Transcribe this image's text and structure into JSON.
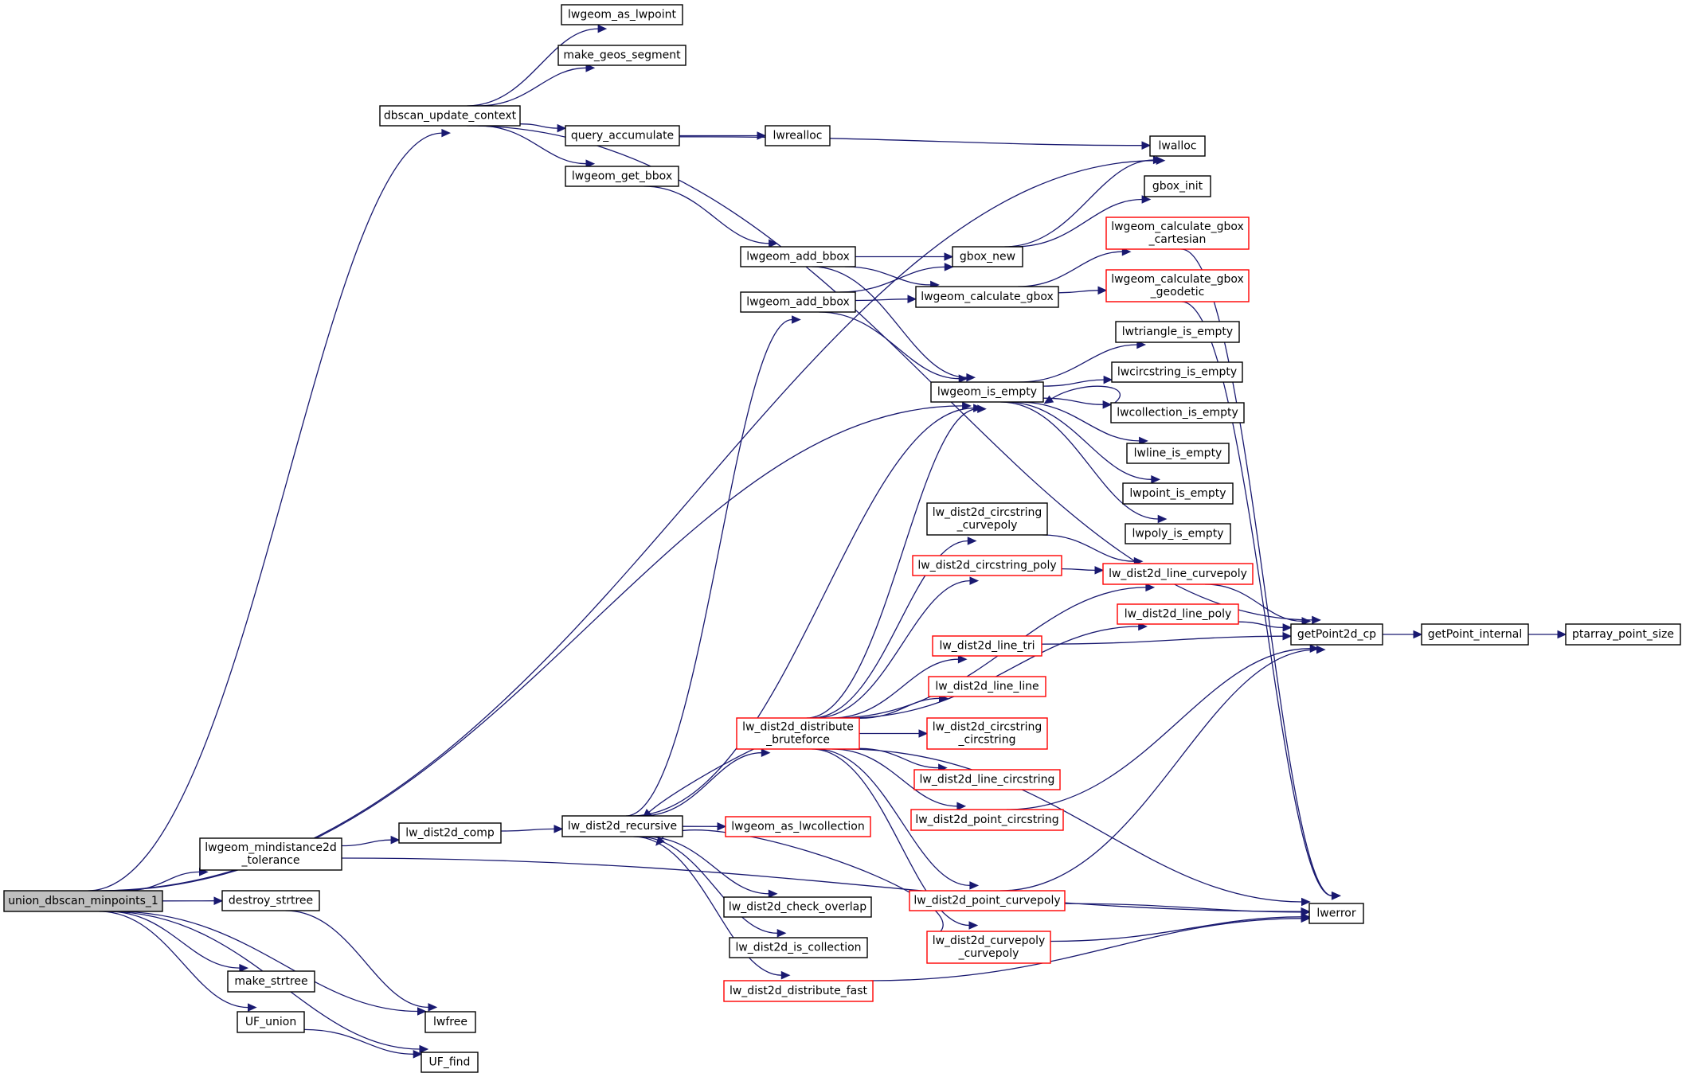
{
  "title": "Call graph for union_dbscan_minpoints_1",
  "colors": {
    "edge": "#191970",
    "normal_border": "#000000",
    "incomplete_border": "#ff0000",
    "root_fill": "#bfbfbf"
  },
  "nodes": [
    {
      "id": "union_dbscan_minpoints_1",
      "lines": [
        "union_dbscan_minpoints_1"
      ],
      "style": "root"
    },
    {
      "id": "dbscan_update_context",
      "lines": [
        "dbscan_update_context"
      ],
      "style": "normal"
    },
    {
      "id": "lwgeom_as_lwpoint",
      "lines": [
        "lwgeom_as_lwpoint"
      ],
      "style": "normal"
    },
    {
      "id": "make_geos_segment",
      "lines": [
        "make_geos_segment"
      ],
      "style": "normal"
    },
    {
      "id": "query_accumulate",
      "lines": [
        "query_accumulate"
      ],
      "style": "normal"
    },
    {
      "id": "lwrealloc",
      "lines": [
        "lwrealloc"
      ],
      "style": "normal"
    },
    {
      "id": "lwalloc",
      "lines": [
        "lwalloc"
      ],
      "style": "normal"
    },
    {
      "id": "lwgeom_get_bbox",
      "lines": [
        "lwgeom_get_bbox"
      ],
      "style": "normal"
    },
    {
      "id": "gbox_init",
      "lines": [
        "gbox_init"
      ],
      "style": "normal"
    },
    {
      "id": "lwgeom_calculate_gbox_cartesian",
      "lines": [
        "lwgeom_calculate_gbox",
        "_cartesian"
      ],
      "style": "red"
    },
    {
      "id": "lwgeom_add_bbox_1",
      "lines": [
        "lwgeom_add_bbox"
      ],
      "style": "normal"
    },
    {
      "id": "gbox_new",
      "lines": [
        "gbox_new"
      ],
      "style": "normal"
    },
    {
      "id": "lwgeom_add_bbox_2",
      "lines": [
        "lwgeom_add_bbox"
      ],
      "style": "normal"
    },
    {
      "id": "lwgeom_calculate_gbox",
      "lines": [
        "lwgeom_calculate_gbox"
      ],
      "style": "normal"
    },
    {
      "id": "lwgeom_calculate_gbox_geodetic",
      "lines": [
        "lwgeom_calculate_gbox",
        "_geodetic"
      ],
      "style": "red"
    },
    {
      "id": "lwtriangle_is_empty",
      "lines": [
        "lwtriangle_is_empty"
      ],
      "style": "normal"
    },
    {
      "id": "lwcircstring_is_empty",
      "lines": [
        "lwcircstring_is_empty"
      ],
      "style": "normal"
    },
    {
      "id": "lwgeom_is_empty",
      "lines": [
        "lwgeom_is_empty"
      ],
      "style": "normal"
    },
    {
      "id": "lwcollection_is_empty",
      "lines": [
        "lwcollection_is_empty"
      ],
      "style": "normal"
    },
    {
      "id": "lwline_is_empty",
      "lines": [
        "lwline_is_empty"
      ],
      "style": "normal"
    },
    {
      "id": "lwpoint_is_empty",
      "lines": [
        "lwpoint_is_empty"
      ],
      "style": "normal"
    },
    {
      "id": "lwpoly_is_empty",
      "lines": [
        "lwpoly_is_empty"
      ],
      "style": "normal"
    },
    {
      "id": "lw_dist2d_circstring_curvepoly",
      "lines": [
        "lw_dist2d_circstring",
        "_curvepoly"
      ],
      "style": "normal"
    },
    {
      "id": "lw_dist2d_circstring_poly",
      "lines": [
        "lw_dist2d_circstring_poly"
      ],
      "style": "red"
    },
    {
      "id": "lw_dist2d_line_curvepoly",
      "lines": [
        "lw_dist2d_line_curvepoly"
      ],
      "style": "red"
    },
    {
      "id": "lw_dist2d_line_poly",
      "lines": [
        "lw_dist2d_line_poly"
      ],
      "style": "red"
    },
    {
      "id": "lw_dist2d_line_tri",
      "lines": [
        "lw_dist2d_line_tri"
      ],
      "style": "red"
    },
    {
      "id": "getPoint2d_cp",
      "lines": [
        "getPoint2d_cp"
      ],
      "style": "normal"
    },
    {
      "id": "getPoint_internal",
      "lines": [
        "getPoint_internal"
      ],
      "style": "normal"
    },
    {
      "id": "ptarray_point_size",
      "lines": [
        "ptarray_point_size"
      ],
      "style": "normal"
    },
    {
      "id": "lw_dist2d_line_line",
      "lines": [
        "lw_dist2d_line_line"
      ],
      "style": "red"
    },
    {
      "id": "lw_dist2d_distribute_bruteforce",
      "lines": [
        "lw_dist2d_distribute",
        "_bruteforce"
      ],
      "style": "red"
    },
    {
      "id": "lw_dist2d_circstring_circstring",
      "lines": [
        "lw_dist2d_circstring",
        "_circstring"
      ],
      "style": "red"
    },
    {
      "id": "lw_dist2d_line_circstring",
      "lines": [
        "lw_dist2d_line_circstring"
      ],
      "style": "red"
    },
    {
      "id": "lw_dist2d_point_circstring",
      "lines": [
        "lw_dist2d_point_circstring"
      ],
      "style": "red"
    },
    {
      "id": "lwgeom_mindistance2d_tolerance",
      "lines": [
        "lwgeom_mindistance2d",
        "_tolerance"
      ],
      "style": "normal"
    },
    {
      "id": "lw_dist2d_comp",
      "lines": [
        "lw_dist2d_comp"
      ],
      "style": "normal"
    },
    {
      "id": "lw_dist2d_recursive",
      "lines": [
        "lw_dist2d_recursive"
      ],
      "style": "normal"
    },
    {
      "id": "lwgeom_as_lwcollection",
      "lines": [
        "lwgeom_as_lwcollection"
      ],
      "style": "red"
    },
    {
      "id": "lw_dist2d_point_curvepoly",
      "lines": [
        "lw_dist2d_point_curvepoly"
      ],
      "style": "red"
    },
    {
      "id": "lwerror",
      "lines": [
        "lwerror"
      ],
      "style": "normal"
    },
    {
      "id": "destroy_strtree",
      "lines": [
        "destroy_strtree"
      ],
      "style": "normal"
    },
    {
      "id": "lw_dist2d_check_overlap",
      "lines": [
        "lw_dist2d_check_overlap"
      ],
      "style": "normal"
    },
    {
      "id": "lw_dist2d_is_collection",
      "lines": [
        "lw_dist2d_is_collection"
      ],
      "style": "normal"
    },
    {
      "id": "lw_dist2d_curvepoly_curvepoly",
      "lines": [
        "lw_dist2d_curvepoly",
        "_curvepoly"
      ],
      "style": "red"
    },
    {
      "id": "make_strtree",
      "lines": [
        "make_strtree"
      ],
      "style": "normal"
    },
    {
      "id": "lw_dist2d_distribute_fast",
      "lines": [
        "lw_dist2d_distribute_fast"
      ],
      "style": "red"
    },
    {
      "id": "lwfree",
      "lines": [
        "lwfree"
      ],
      "style": "normal"
    },
    {
      "id": "UF_union",
      "lines": [
        "UF_union"
      ],
      "style": "normal"
    },
    {
      "id": "UF_find",
      "lines": [
        "UF_find"
      ],
      "style": "normal"
    }
  ],
  "edges": [
    [
      "union_dbscan_minpoints_1",
      "dbscan_update_context"
    ],
    [
      "union_dbscan_minpoints_1",
      "lwalloc"
    ],
    [
      "union_dbscan_minpoints_1",
      "lwgeom_is_empty"
    ],
    [
      "union_dbscan_minpoints_1",
      "lwgeom_mindistance2d_tolerance"
    ],
    [
      "union_dbscan_minpoints_1",
      "destroy_strtree"
    ],
    [
      "union_dbscan_minpoints_1",
      "make_strtree"
    ],
    [
      "union_dbscan_minpoints_1",
      "lwfree"
    ],
    [
      "union_dbscan_minpoints_1",
      "UF_union"
    ],
    [
      "union_dbscan_minpoints_1",
      "UF_find"
    ],
    [
      "dbscan_update_context",
      "lwgeom_as_lwpoint"
    ],
    [
      "dbscan_update_context",
      "make_geos_segment"
    ],
    [
      "dbscan_update_context",
      "getPoint2d_cp"
    ],
    [
      "dbscan_update_context",
      "query_accumulate"
    ],
    [
      "dbscan_update_context",
      "lwgeom_get_bbox"
    ],
    [
      "query_accumulate",
      "lwrealloc"
    ],
    [
      "query_accumulate",
      "lwalloc"
    ],
    [
      "lwgeom_get_bbox",
      "lwgeom_add_bbox_1"
    ],
    [
      "lwgeom_add_bbox_1",
      "gbox_new"
    ],
    [
      "lwgeom_add_bbox_1",
      "lwgeom_calculate_gbox"
    ],
    [
      "lwgeom_add_bbox_1",
      "lwgeom_is_empty"
    ],
    [
      "lwgeom_add_bbox_2",
      "gbox_new"
    ],
    [
      "lwgeom_add_bbox_2",
      "lwgeom_calculate_gbox"
    ],
    [
      "lwgeom_add_bbox_2",
      "lwgeom_is_empty"
    ],
    [
      "gbox_new",
      "lwalloc"
    ],
    [
      "gbox_new",
      "gbox_init"
    ],
    [
      "lwgeom_calculate_gbox",
      "lwgeom_calculate_gbox_cartesian"
    ],
    [
      "lwgeom_calculate_gbox",
      "lwgeom_calculate_gbox_geodetic"
    ],
    [
      "lwgeom_calculate_gbox_cartesian",
      "lwerror"
    ],
    [
      "lwgeom_calculate_gbox_geodetic",
      "lwerror"
    ],
    [
      "lwgeom_is_empty",
      "lwtriangle_is_empty"
    ],
    [
      "lwgeom_is_empty",
      "lwcircstring_is_empty"
    ],
    [
      "lwgeom_is_empty",
      "lwcollection_is_empty"
    ],
    [
      "lwcollection_is_empty",
      "lwgeom_is_empty"
    ],
    [
      "lwgeom_is_empty",
      "lwline_is_empty"
    ],
    [
      "lwgeom_is_empty",
      "lwpoint_is_empty"
    ],
    [
      "lwgeom_is_empty",
      "lwpoly_is_empty"
    ],
    [
      "lwgeom_mindistance2d_tolerance",
      "lw_dist2d_comp"
    ],
    [
      "lwgeom_mindistance2d_tolerance",
      "lwerror"
    ],
    [
      "lw_dist2d_comp",
      "lw_dist2d_recursive"
    ],
    [
      "lw_dist2d_recursive",
      "lwgeom_add_bbox_2"
    ],
    [
      "lw_dist2d_recursive",
      "lwgeom_is_empty"
    ],
    [
      "lw_dist2d_recursive",
      "lw_dist2d_distribute_bruteforce"
    ],
    [
      "lw_dist2d_recursive",
      "lwgeom_as_lwcollection"
    ],
    [
      "lw_dist2d_recursive",
      "lw_dist2d_check_overlap"
    ],
    [
      "lw_dist2d_recursive",
      "lw_dist2d_is_collection"
    ],
    [
      "lw_dist2d_recursive",
      "lw_dist2d_distribute_fast"
    ],
    [
      "lw_dist2d_distribute_bruteforce",
      "lw_dist2d_recursive"
    ],
    [
      "lw_dist2d_curvepoly_curvepoly",
      "lw_dist2d_recursive"
    ],
    [
      "lw_dist2d_distribute_bruteforce",
      "lwgeom_is_empty"
    ],
    [
      "lw_dist2d_distribute_bruteforce",
      "lw_dist2d_line_curvepoly"
    ],
    [
      "lw_dist2d_distribute_bruteforce",
      "lw_dist2d_circstring_curvepoly"
    ],
    [
      "lw_dist2d_distribute_bruteforce",
      "lw_dist2d_circstring_poly"
    ],
    [
      "lw_dist2d_distribute_bruteforce",
      "lw_dist2d_line_poly"
    ],
    [
      "lw_dist2d_distribute_bruteforce",
      "lw_dist2d_line_tri"
    ],
    [
      "lw_dist2d_distribute_bruteforce",
      "lw_dist2d_line_line"
    ],
    [
      "lw_dist2d_distribute_bruteforce",
      "lw_dist2d_circstring_circstring"
    ],
    [
      "lw_dist2d_distribute_bruteforce",
      "lw_dist2d_line_circstring"
    ],
    [
      "lw_dist2d_distribute_bruteforce",
      "lw_dist2d_point_circstring"
    ],
    [
      "lw_dist2d_distribute_bruteforce",
      "lw_dist2d_point_curvepoly"
    ],
    [
      "lw_dist2d_distribute_bruteforce",
      "lw_dist2d_curvepoly_curvepoly"
    ],
    [
      "lw_dist2d_distribute_bruteforce",
      "lwerror"
    ],
    [
      "lw_dist2d_circstring_curvepoly",
      "lw_dist2d_line_curvepoly"
    ],
    [
      "lw_dist2d_circstring_poly",
      "lw_dist2d_line_curvepoly"
    ],
    [
      "lw_dist2d_line_curvepoly",
      "getPoint2d_cp"
    ],
    [
      "lw_dist2d_line_poly",
      "getPoint2d_cp"
    ],
    [
      "lw_dist2d_line_tri",
      "getPoint2d_cp"
    ],
    [
      "lw_dist2d_point_circstring",
      "getPoint2d_cp"
    ],
    [
      "lw_dist2d_point_curvepoly",
      "getPoint2d_cp"
    ],
    [
      "lw_dist2d_point_curvepoly",
      "lwerror"
    ],
    [
      "lw_dist2d_curvepoly_curvepoly",
      "lwerror"
    ],
    [
      "lw_dist2d_distribute_fast",
      "lwerror"
    ],
    [
      "getPoint2d_cp",
      "getPoint_internal"
    ],
    [
      "getPoint_internal",
      "ptarray_point_size"
    ],
    [
      "destroy_strtree",
      "lwfree"
    ],
    [
      "UF_union",
      "UF_find"
    ]
  ]
}
